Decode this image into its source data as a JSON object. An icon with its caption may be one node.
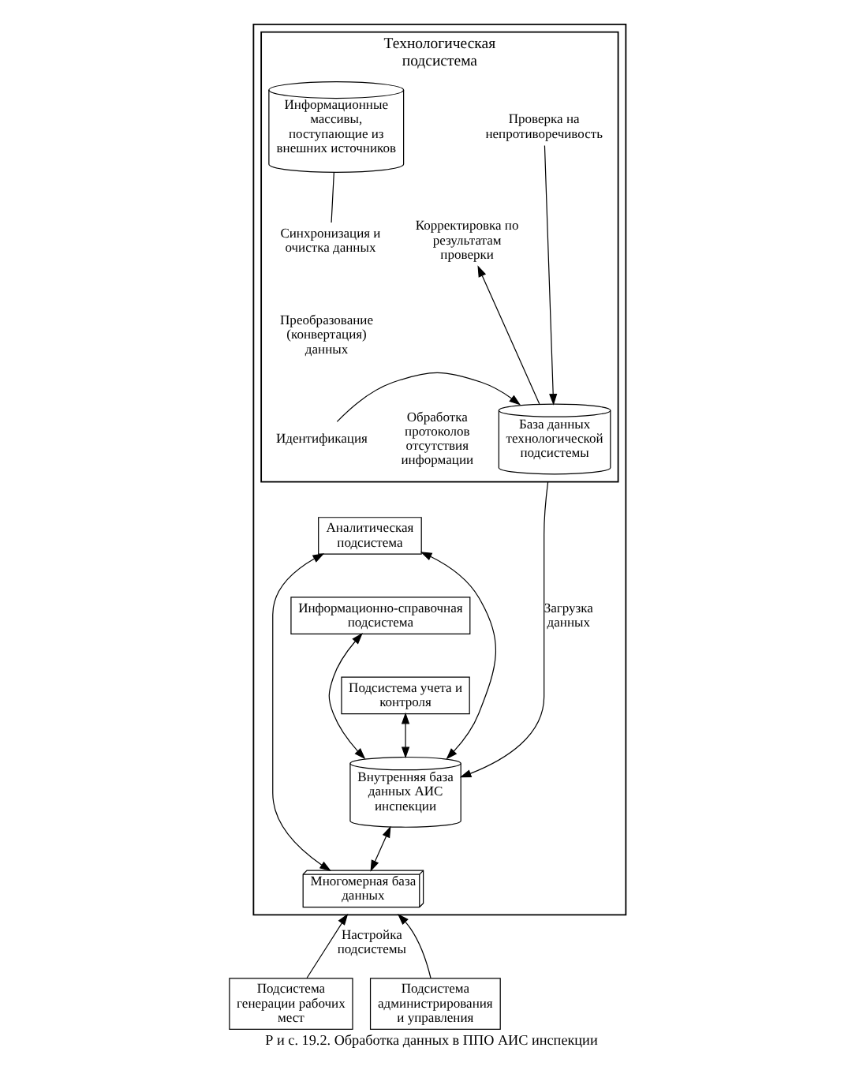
{
  "diagram": {
    "caption": "Р и с. 19.2. Обработка данных в ППО АИС инспекции",
    "nodes": [
      {
        "text": [],
        "shape": "box"
      },
      {
        "text": [
          "Технологическая подсистема"
        ],
        "in": 0
      },
      {
        "text": [
          "Информационные массивы, поступающие из внешних источников"
        ],
        "in": 1
      },
      {
        "text": [
          "Синхронизация и очистка данных"
        ],
        "in": 1
      },
      {
        "text": [
          "Преобразование (конвертация) данных"
        ],
        "in": 1
      },
      {
        "text": [
          "Идентификация"
        ],
        "in": 1
      },
      {
        "text": [
          "Проверка на непротиворечивость"
        ],
        "in": 1
      },
      {
        "text": [
          "Корректировка по результатам проверки"
        ],
        "in": 1
      },
      {
        "text": [
          "Обработка протоколов отсутствия информации"
        ],
        "in": 1
      },
      {
        "text": [
          "База данных технологической подсистемы"
        ],
        "in": 1
      },
      {
        "text": [
          "Аналитическая подсистема"
        ],
        "in": 0
      },
      {
        "text": [
          "Информационно-справочная подсистема"
        ],
        "in": 0
      },
      {
        "text": [
          "Подсистема учета и контроля"
        ],
        "in": 0
      },
      {
        "text": [
          "Внутренняя база данных АИС инспекции"
        ],
        "in": 0
      },
      {
        "text": [
          "Многомерная база данных"
        ],
        "in": 0
      },
      {
        "text": [
          "Подсистема генерации рабочих мест"
        ]
      },
      {
        "text": [
          "Подсистема администрирования и управления"
        ]
      }
    ],
    "edges": [
      {
        "from": 2,
        "to": 3,
        "arrow": "none"
      },
      {
        "from": 5,
        "to": 9,
        "arrow": "to"
      },
      {
        "from": 6,
        "to": 9,
        "arrow": "to"
      },
      {
        "from": 9,
        "to": 7,
        "arrow": "to"
      },
      {
        "from": 1,
        "to": 13,
        "arrow": "to",
        "label": "Загрузка данных"
      },
      {
        "from": 10,
        "to": 13,
        "arrow": "both"
      },
      {
        "from": 11,
        "to": 13,
        "arrow": "both"
      },
      {
        "from": 12,
        "to": 13,
        "arrow": "both"
      },
      {
        "from": 13,
        "to": 14,
        "arrow": "both"
      },
      {
        "from": 14,
        "to": 10,
        "arrow": "both"
      },
      {
        "from": 15,
        "to": 0,
        "arrow": "to",
        "label": "Настройка подсистемы"
      },
      {
        "from": 16,
        "to": 0,
        "arrow": "to"
      }
    ]
  }
}
